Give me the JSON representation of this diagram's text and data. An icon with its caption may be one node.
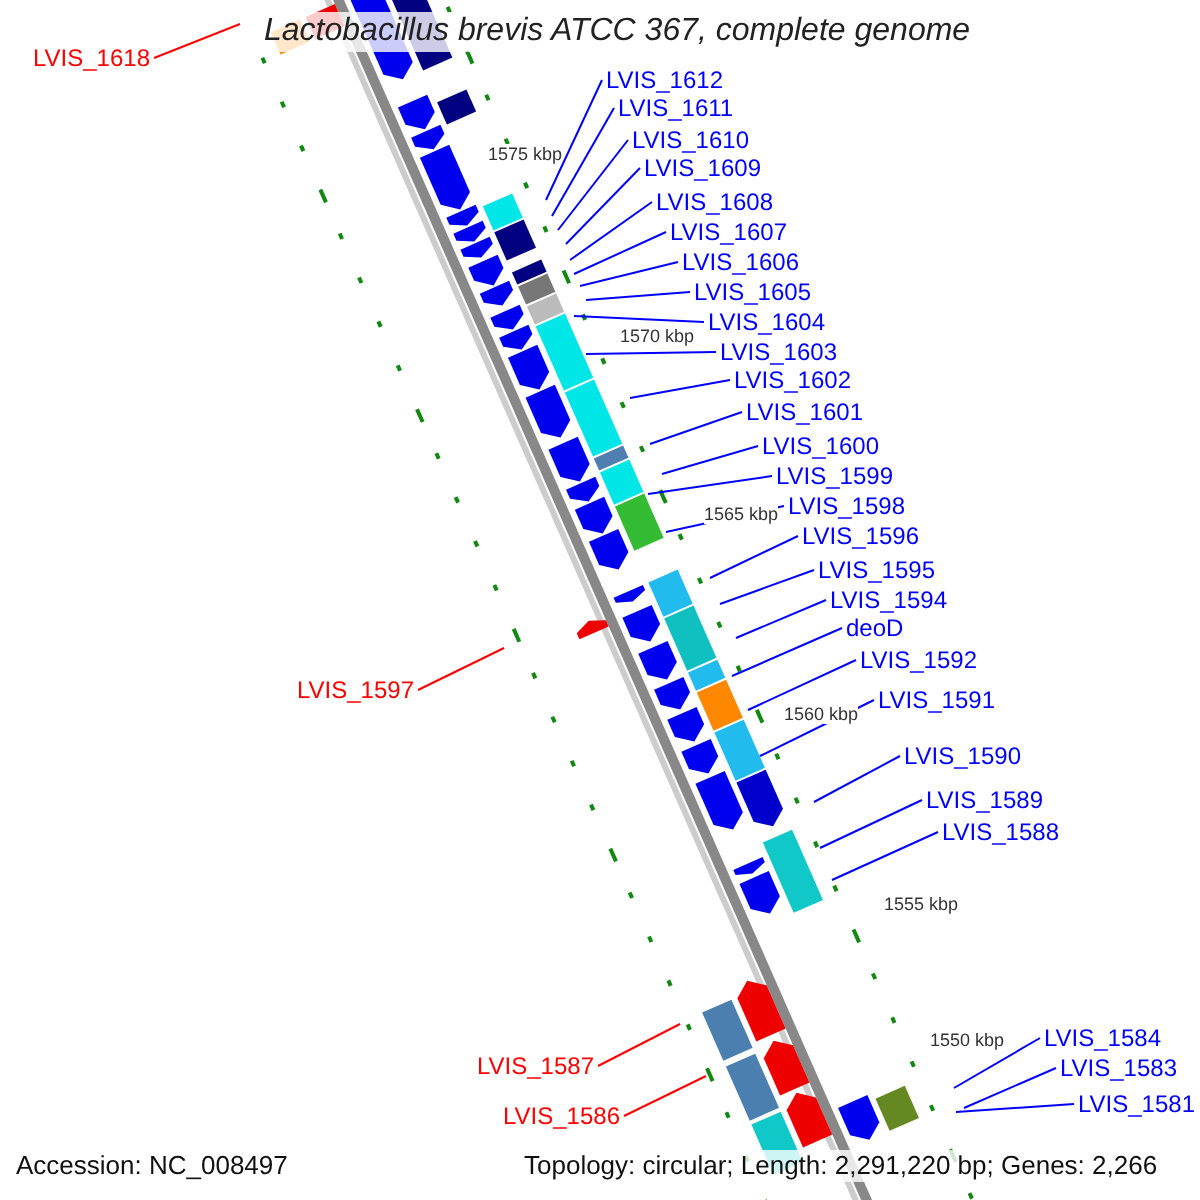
{
  "diagram": {
    "title": "Lactobacillus brevis ATCC 367, complete genome",
    "nodes": [
      {
        "text": [
          "LVIS_1618"
        ]
      },
      {
        "text": [
          "LVIS_1612"
        ]
      },
      {
        "text": [
          "LVIS_1611"
        ]
      },
      {
        "text": [
          "LVIS_1610"
        ]
      },
      {
        "text": [
          "LVIS_1609"
        ]
      },
      {
        "text": [
          "LVIS_1608"
        ]
      },
      {
        "text": [
          "LVIS_1607"
        ]
      },
      {
        "text": [
          "LVIS_1606"
        ]
      },
      {
        "text": [
          "LVIS_1605"
        ]
      },
      {
        "text": [
          "LVIS_1604"
        ]
      },
      {
        "text": [
          "LVIS_1603"
        ]
      },
      {
        "text": [
          "LVIS_1602"
        ]
      },
      {
        "text": [
          "LVIS_1601"
        ]
      },
      {
        "text": [
          "LVIS_1600"
        ]
      },
      {
        "text": [
          "LVIS_1599"
        ]
      },
      {
        "text": [
          "LVIS_1598"
        ]
      },
      {
        "text": [
          "LVIS_1596"
        ]
      },
      {
        "text": [
          "LVIS_1595"
        ]
      },
      {
        "text": [
          "LVIS_1594"
        ]
      },
      {
        "text": [
          "deoD"
        ]
      },
      {
        "text": [
          "LVIS_1592"
        ]
      },
      {
        "text": [
          "LVIS_1597"
        ]
      },
      {
        "text": [
          "LVIS_1591"
        ]
      },
      {
        "text": [
          "LVIS_1590"
        ]
      },
      {
        "text": [
          "LVIS_1589"
        ]
      },
      {
        "text": [
          "LVIS_1588"
        ]
      },
      {
        "text": [
          "LVIS_1584"
        ]
      },
      {
        "text": [
          "LVIS_1587"
        ]
      },
      {
        "text": [
          "LVIS_1583"
        ]
      },
      {
        "text": [
          "LVIS_1581"
        ]
      },
      {
        "text": [
          "LVIS_1586"
        ]
      }
    ],
    "edges": [
      {
        "from": 0,
        "to": null,
        "arrow": "none",
        "color": "#ff0000"
      },
      {
        "from": 1,
        "to": null,
        "arrow": "none"
      },
      {
        "from": 2,
        "to": null,
        "arrow": "none"
      },
      {
        "from": 3,
        "to": null,
        "arrow": "none"
      },
      {
        "from": 4,
        "to": null,
        "arrow": "none"
      },
      {
        "from": 5,
        "to": null,
        "arrow": "none"
      },
      {
        "from": 6,
        "to": null,
        "arrow": "none"
      },
      {
        "from": 7,
        "to": null,
        "arrow": "none"
      },
      {
        "from": 8,
        "to": null,
        "arrow": "none"
      },
      {
        "from": 9,
        "to": null,
        "arrow": "none"
      },
      {
        "from": 10,
        "to": null,
        "arrow": "none"
      },
      {
        "from": 11,
        "to": null,
        "arrow": "none"
      },
      {
        "from": 12,
        "to": null,
        "arrow": "none"
      },
      {
        "from": 13,
        "to": null,
        "arrow": "none"
      },
      {
        "from": 14,
        "to": null,
        "arrow": "none"
      },
      {
        "from": 15,
        "to": null,
        "arrow": "none"
      },
      {
        "from": 16,
        "to": null,
        "arrow": "none"
      },
      {
        "from": 17,
        "to": null,
        "arrow": "none"
      },
      {
        "from": 18,
        "to": null,
        "arrow": "none"
      },
      {
        "from": 19,
        "to": null,
        "arrow": "none"
      },
      {
        "from": 20,
        "to": null,
        "arrow": "none"
      },
      {
        "from": 21,
        "to": null,
        "arrow": "none",
        "color": "#ff0000"
      },
      {
        "from": 22,
        "to": null,
        "arrow": "none"
      },
      {
        "from": 23,
        "to": null,
        "arrow": "none"
      },
      {
        "from": 24,
        "to": null,
        "arrow": "none"
      },
      {
        "from": 25,
        "to": null,
        "arrow": "none"
      },
      {
        "from": 26,
        "to": null,
        "arrow": "none"
      },
      {
        "from": 27,
        "to": null,
        "arrow": "none",
        "color": "#ff0000"
      },
      {
        "from": 28,
        "to": null,
        "arrow": "none"
      },
      {
        "from": 29,
        "to": null,
        "arrow": "none"
      },
      {
        "from": 30,
        "to": null,
        "arrow": "none",
        "color": "#ff0000"
      }
    ],
    "labels": [
      "1575 kbp",
      "1570 kbp",
      "1565 kbp",
      "1560 kbp",
      "1555 kbp",
      "1550 kbp",
      "Accession: NC_008497",
      "Topology: circular; Length: 2,291,220 bp; Genes: 2,266"
    ]
  }
}
